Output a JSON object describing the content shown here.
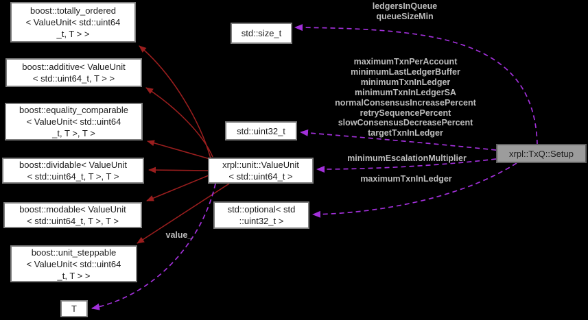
{
  "colors": {
    "background": "#000000",
    "inheritance_edge": "#9a1e1e",
    "usage_edge": "#a230da",
    "edge_label": "#bdbdbd",
    "node_fill": "#ffffff",
    "node_border": "#7d7d7d",
    "node_text": "#1c1c1c",
    "highlight_fill": "#9c9c9c",
    "highlight_border": "#5f5f5f"
  },
  "nodes": {
    "totally_ordered": {
      "lines": [
        "boost::totally_ordered",
        "< ValueUnit< std::uint64",
        "_t, T > >"
      ]
    },
    "additive": {
      "lines": [
        "boost::additive< ValueUnit",
        "< std::uint64_t, T > >"
      ]
    },
    "equality_comparable": {
      "lines": [
        "boost::equality_comparable",
        "< ValueUnit< std::uint64",
        "_t, T >, T >"
      ]
    },
    "dividable": {
      "lines": [
        "boost::dividable< ValueUnit",
        "< std::uint64_t, T >, T >"
      ]
    },
    "modable": {
      "lines": [
        "boost::modable< ValueUnit",
        "< std::uint64_t, T >, T >"
      ]
    },
    "unit_steppable": {
      "lines": [
        "boost::unit_steppable",
        "< ValueUnit< std::uint64",
        "_t, T > >"
      ]
    },
    "t_param": {
      "lines": [
        "T"
      ]
    },
    "size_t": {
      "lines": [
        "std::size_t"
      ]
    },
    "uint32_t": {
      "lines": [
        "std::uint32_t"
      ]
    },
    "value_unit": {
      "lines": [
        "xrpl::unit::ValueUnit",
        "< std::uint64_t >"
      ]
    },
    "optional_uint32": {
      "lines": [
        "std::optional< std",
        "::uint32_t >"
      ]
    },
    "setup": {
      "lines": [
        "xrpl::TxQ::Setup"
      ]
    }
  },
  "edge_labels": {
    "size_t_members": [
      "ledgersInQueue",
      "queueSizeMin"
    ],
    "uint32_members": [
      "maximumTxnPerAccount",
      "minimumLastLedgerBuffer",
      "minimumTxnInLedger",
      "minimumTxnInLedgerSA",
      "normalConsensusIncreasePercent",
      "retrySequencePercent",
      "slowConsensusDecreasePercent",
      "targetTxnInLedger"
    ],
    "value_unit_member": "minimumEscalationMultiplier",
    "optional_member": "maximumTxnInLedger",
    "t_member": "value_"
  }
}
